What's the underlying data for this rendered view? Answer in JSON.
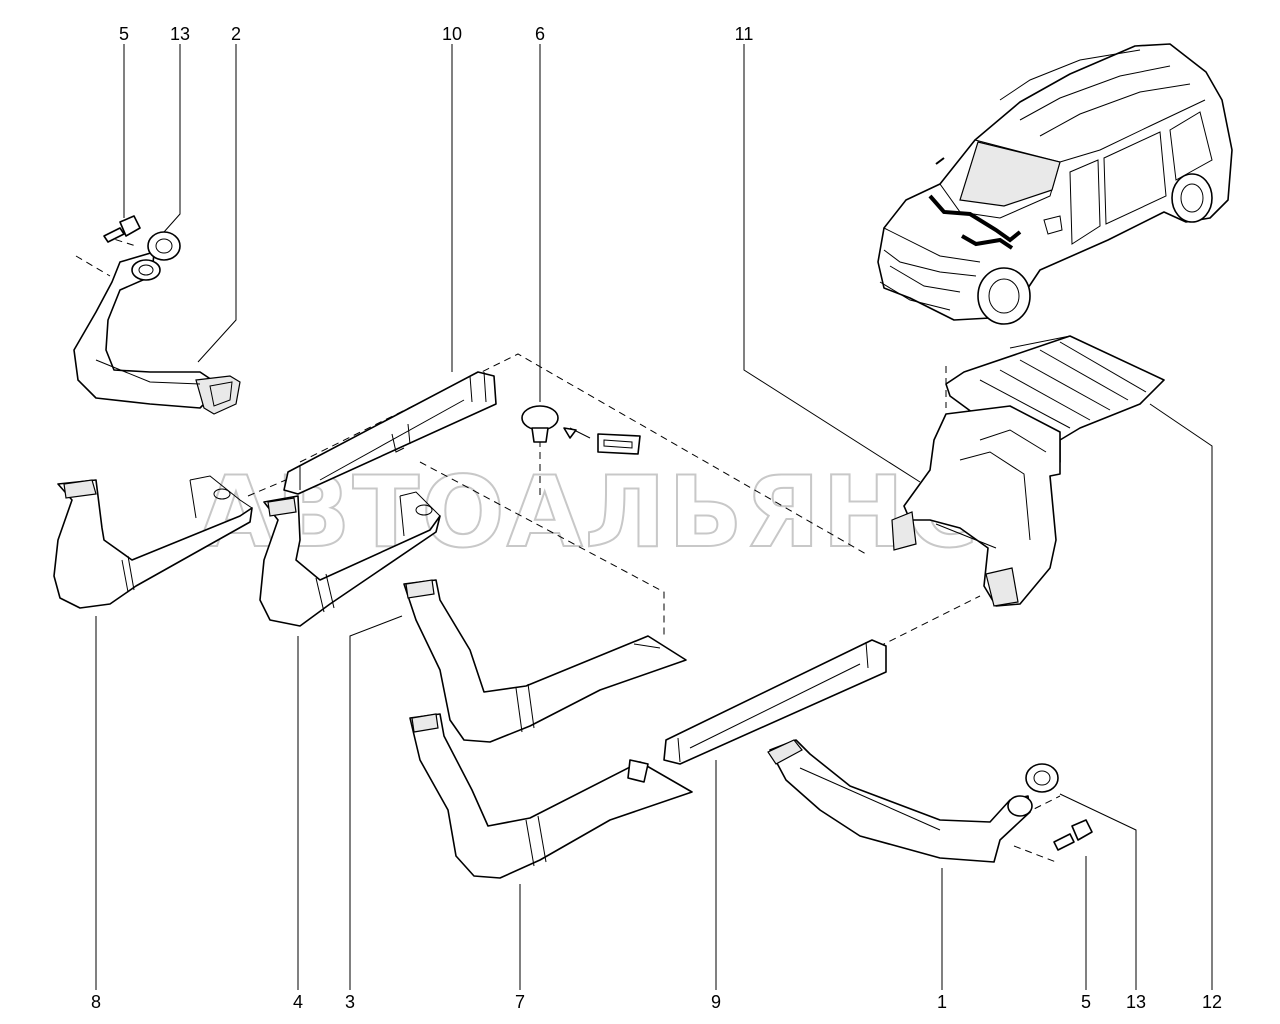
{
  "watermark": "АВТОАЛЬЯНС",
  "callouts": {
    "top": [
      "5",
      "13",
      "2",
      "10",
      "6",
      "11"
    ],
    "bottom": [
      "8",
      "4",
      "3",
      "7",
      "9",
      "1",
      "5",
      "13",
      "12"
    ]
  }
}
